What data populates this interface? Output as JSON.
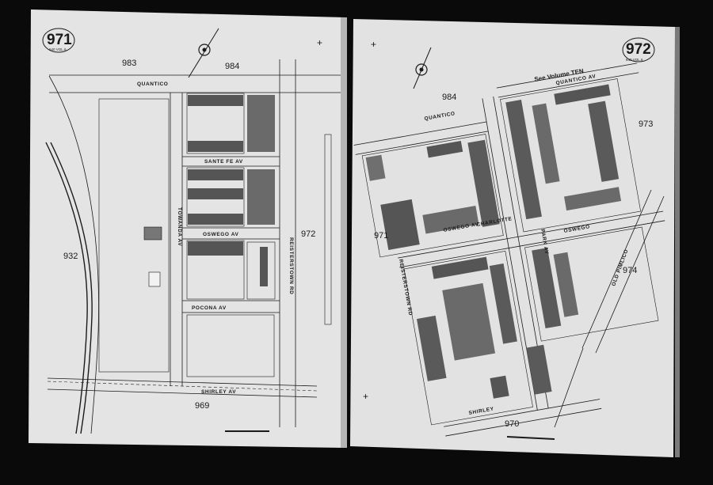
{
  "left_sheet": {
    "sheet_number": "971",
    "volume": "640 VOL.6",
    "plates": [
      "983",
      "984",
      "932",
      "972",
      "969"
    ],
    "streets": {
      "quantico": "QUANTICO",
      "sante_fe": "SANTE FE AV",
      "oswego": "OSWEGO AV",
      "pocona": "POCONA AV",
      "shirley": "SHIRLEY AV",
      "towanda": "TOWANDA AV",
      "reisterstown": "REISTERSTOWN RD"
    }
  },
  "right_sheet": {
    "sheet_number": "972",
    "volume": "640 VOL.6",
    "plates": [
      "984",
      "973",
      "971",
      "974",
      "970"
    ],
    "see_volume": "See Volume TEN",
    "streets": {
      "quantico": "QUANTICO AV",
      "quantico_left": "QUANTICO",
      "oswego": "OSWEGO AV",
      "oswego_right": "OSWEGO",
      "charlotte": "CHARLOTTE",
      "old_pimlico": "OLD PIMLICO",
      "shirley": "SHIRLEY",
      "park": "PARK AV",
      "reisterstown": "REISTERSTOWN RD"
    }
  },
  "colors": {
    "background": "#0a0a0a",
    "paper": "#e6e6e6",
    "ink": "#1a1a1a",
    "building": "#555555",
    "building_light": "#9a9a9a"
  }
}
